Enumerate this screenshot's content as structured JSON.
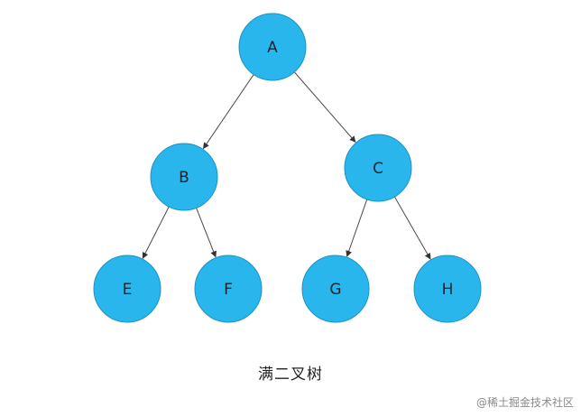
{
  "diagram": {
    "caption": "满二叉树",
    "watermark": "@稀土掘金技术社区",
    "node_color": "#29b6ec",
    "edge_color": "#4a4a4a",
    "nodes": [
      {
        "id": "A",
        "label": "A"
      },
      {
        "id": "B",
        "label": "B"
      },
      {
        "id": "C",
        "label": "C"
      },
      {
        "id": "E",
        "label": "E"
      },
      {
        "id": "F",
        "label": "F"
      },
      {
        "id": "G",
        "label": "G"
      },
      {
        "id": "H",
        "label": "H"
      }
    ],
    "edges": [
      {
        "from": "A",
        "to": "B"
      },
      {
        "from": "A",
        "to": "C"
      },
      {
        "from": "B",
        "to": "E"
      },
      {
        "from": "B",
        "to": "F"
      },
      {
        "from": "C",
        "to": "G"
      },
      {
        "from": "C",
        "to": "H"
      }
    ]
  }
}
